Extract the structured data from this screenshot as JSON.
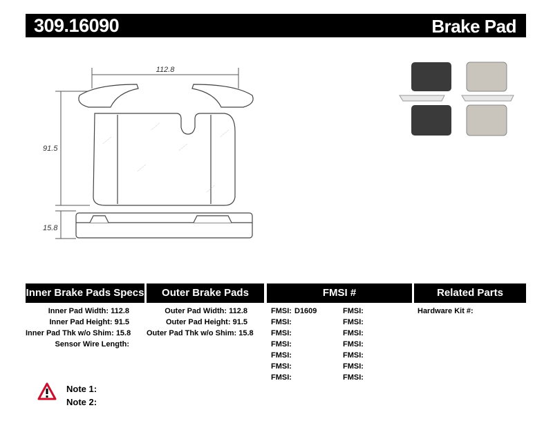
{
  "header": {
    "part_number": "309.16090",
    "product_type": "Brake Pad"
  },
  "drawing": {
    "width_dim": "112.8",
    "height_dim": "91.5",
    "thickness_dim": "15.8"
  },
  "columns": {
    "inner_title": "Inner Brake Pads Specs",
    "outer_title": "Outer Brake Pads Specs",
    "fmsi_title": "FMSI #",
    "related_title": "Related Parts"
  },
  "inner_specs": [
    {
      "label": "Inner Pad Width:",
      "value": "112.8"
    },
    {
      "label": "Inner Pad Height:",
      "value": "91.5"
    },
    {
      "label": "Inner Pad Thk w/o Shim:",
      "value": "15.8"
    },
    {
      "label": "Sensor Wire Length:",
      "value": ""
    }
  ],
  "outer_specs": [
    {
      "label": "Outer Pad Width:",
      "value": "112.8"
    },
    {
      "label": "Outer Pad Height:",
      "value": "91.5"
    },
    {
      "label": "Outer Pad Thk w/o Shim:",
      "value": "15.8"
    }
  ],
  "fmsi_left": [
    {
      "label": "FMSI:",
      "value": "D1609"
    },
    {
      "label": "FMSI:",
      "value": ""
    },
    {
      "label": "FMSI:",
      "value": ""
    },
    {
      "label": "FMSI:",
      "value": ""
    },
    {
      "label": "FMSI:",
      "value": ""
    },
    {
      "label": "FMSI:",
      "value": ""
    },
    {
      "label": "FMSI:",
      "value": ""
    }
  ],
  "fmsi_right": [
    {
      "label": "FMSI:",
      "value": ""
    },
    {
      "label": "FMSI:",
      "value": ""
    },
    {
      "label": "FMSI:",
      "value": ""
    },
    {
      "label": "FMSI:",
      "value": ""
    },
    {
      "label": "FMSI:",
      "value": ""
    },
    {
      "label": "FMSI:",
      "value": ""
    },
    {
      "label": "FMSI:",
      "value": ""
    }
  ],
  "related": {
    "hardware_kit": "Hardware Kit #:"
  },
  "notes": {
    "note1": "Note 1:",
    "note2": "Note 2:"
  },
  "colors": {
    "header_bg": "#000000",
    "warning_red": "#c8102e"
  },
  "icons": {
    "warning": "warning-triangle-icon"
  }
}
